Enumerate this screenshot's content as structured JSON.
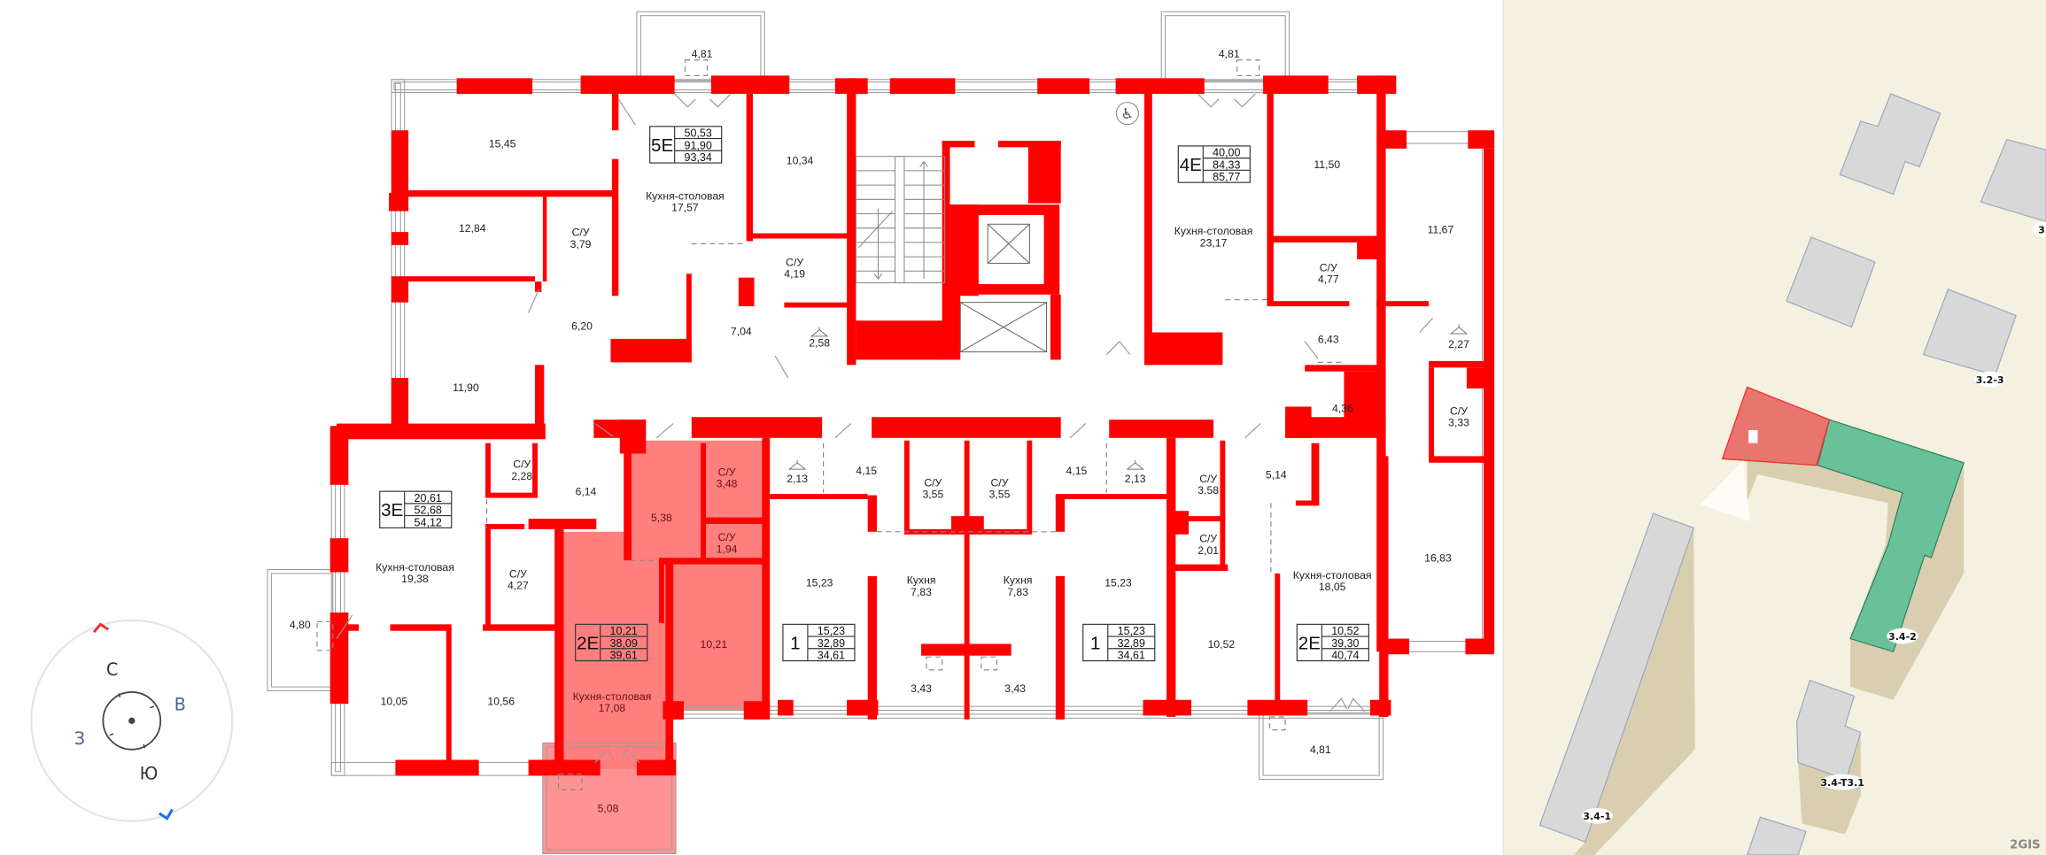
{
  "plan": {
    "highlight_color": "#ff7f7f",
    "wall_color": "#ff0000",
    "apartments": [
      {
        "type": "5E",
        "areas": [
          "50,53",
          "91,90",
          "93,34"
        ]
      },
      {
        "type": "4E",
        "areas": [
          "40,00",
          "84,33",
          "85,77"
        ]
      },
      {
        "type": "3E",
        "areas": [
          "20,61",
          "52,68",
          "54,12"
        ]
      },
      {
        "type": "2E",
        "areas": [
          "10,21",
          "38,09",
          "39,61"
        ],
        "selected": true
      },
      {
        "type": "1",
        "areas": [
          "15,23",
          "32,89",
          "34,61"
        ]
      },
      {
        "type": "1",
        "areas": [
          "15,23",
          "32,89",
          "34,61"
        ]
      },
      {
        "type": "2E",
        "areas": [
          "10,52",
          "39,30",
          "40,74"
        ]
      }
    ],
    "rooms": [
      {
        "area": "4,81"
      },
      {
        "area": "15,45"
      },
      {
        "name": "Кухня-столовая",
        "area": "17,57"
      },
      {
        "area": "10,34"
      },
      {
        "name": "С/У",
        "area": "3,79"
      },
      {
        "area": "12,84"
      },
      {
        "name": "С/У",
        "area": "4,19"
      },
      {
        "area": "6,20"
      },
      {
        "area": "7,04"
      },
      {
        "area": "2,58",
        "icon": "hanger-icon"
      },
      {
        "area": "11,90"
      },
      {
        "area": "4,81"
      },
      {
        "name": "Кухня-столовая",
        "area": "23,17"
      },
      {
        "area": "11,50"
      },
      {
        "name": "С/У",
        "area": "4,77"
      },
      {
        "area": "11,67"
      },
      {
        "area": "6,43"
      },
      {
        "area": "2,27",
        "icon": "hanger-icon"
      },
      {
        "area": "4,36"
      },
      {
        "name": "С/У",
        "area": "3,33"
      },
      {
        "area": "16,83"
      },
      {
        "name": "С/У",
        "area": "2,28"
      },
      {
        "area": "6,14"
      },
      {
        "name": "Кухня-столовая",
        "area": "19,38"
      },
      {
        "name": "С/У",
        "area": "4,27"
      },
      {
        "area": "4,80"
      },
      {
        "area": "10,05"
      },
      {
        "area": "10,56"
      },
      {
        "area": "5,38"
      },
      {
        "name": "С/У",
        "area": "3,48"
      },
      {
        "name": "С/У",
        "area": "1,94"
      },
      {
        "area": "10,21"
      },
      {
        "name": "Кухня-столовая",
        "area": "17,08"
      },
      {
        "area": "5,08"
      },
      {
        "area": "2,13",
        "icon": "hanger-icon"
      },
      {
        "area": "4,15"
      },
      {
        "name": "С/У",
        "area": "3,55"
      },
      {
        "name": "С/У",
        "area": "3,55"
      },
      {
        "area": "4,15"
      },
      {
        "area": "2,13",
        "icon": "hanger-icon"
      },
      {
        "name": "С/У",
        "area": "3,58"
      },
      {
        "area": "5,14"
      },
      {
        "name": "С/У",
        "area": "2,01"
      },
      {
        "area": "15,23"
      },
      {
        "name": "Кухня",
        "area": "7,83"
      },
      {
        "name": "Кухня",
        "area": "7,83"
      },
      {
        "area": "15,23"
      },
      {
        "area": "10,52"
      },
      {
        "name": "Кухня-столовая",
        "area": "18,05"
      },
      {
        "area": "3,43"
      },
      {
        "area": "3,43"
      },
      {
        "area": "4,81"
      }
    ],
    "icons": {
      "accessibility": "wheelchair-icon",
      "stairs": "staircase-icon",
      "elevator": "elevator-icon"
    }
  },
  "compass": {
    "north": "С",
    "east": "В",
    "south": "Ю",
    "west": "З",
    "north_color": "#e8323c",
    "south_color": "#1a6ee8"
  },
  "map": {
    "background": "#f5f1e0",
    "buildings": [
      {
        "label": "3.2-3"
      },
      {
        "label": "3."
      },
      {
        "label": "3.4-2"
      },
      {
        "label": "3.4-1"
      },
      {
        "label": "3.4-T3.1"
      }
    ],
    "current_section_color": "#e8766e",
    "available_section_color": "#69c19a",
    "attribution": "2GIS"
  }
}
